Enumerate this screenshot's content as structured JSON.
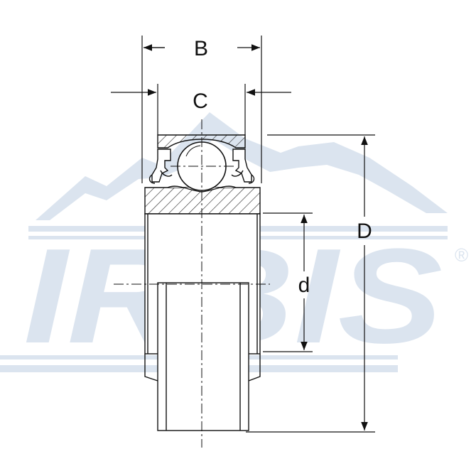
{
  "watermark": {
    "brand": "IRBIS",
    "registered_mark": "®",
    "color": "#dbe4ef"
  },
  "dimensions": {
    "B": "B",
    "C": "C",
    "D": "D",
    "d": "d"
  },
  "colors": {
    "line": "#111111",
    "background": "#ffffff"
  }
}
